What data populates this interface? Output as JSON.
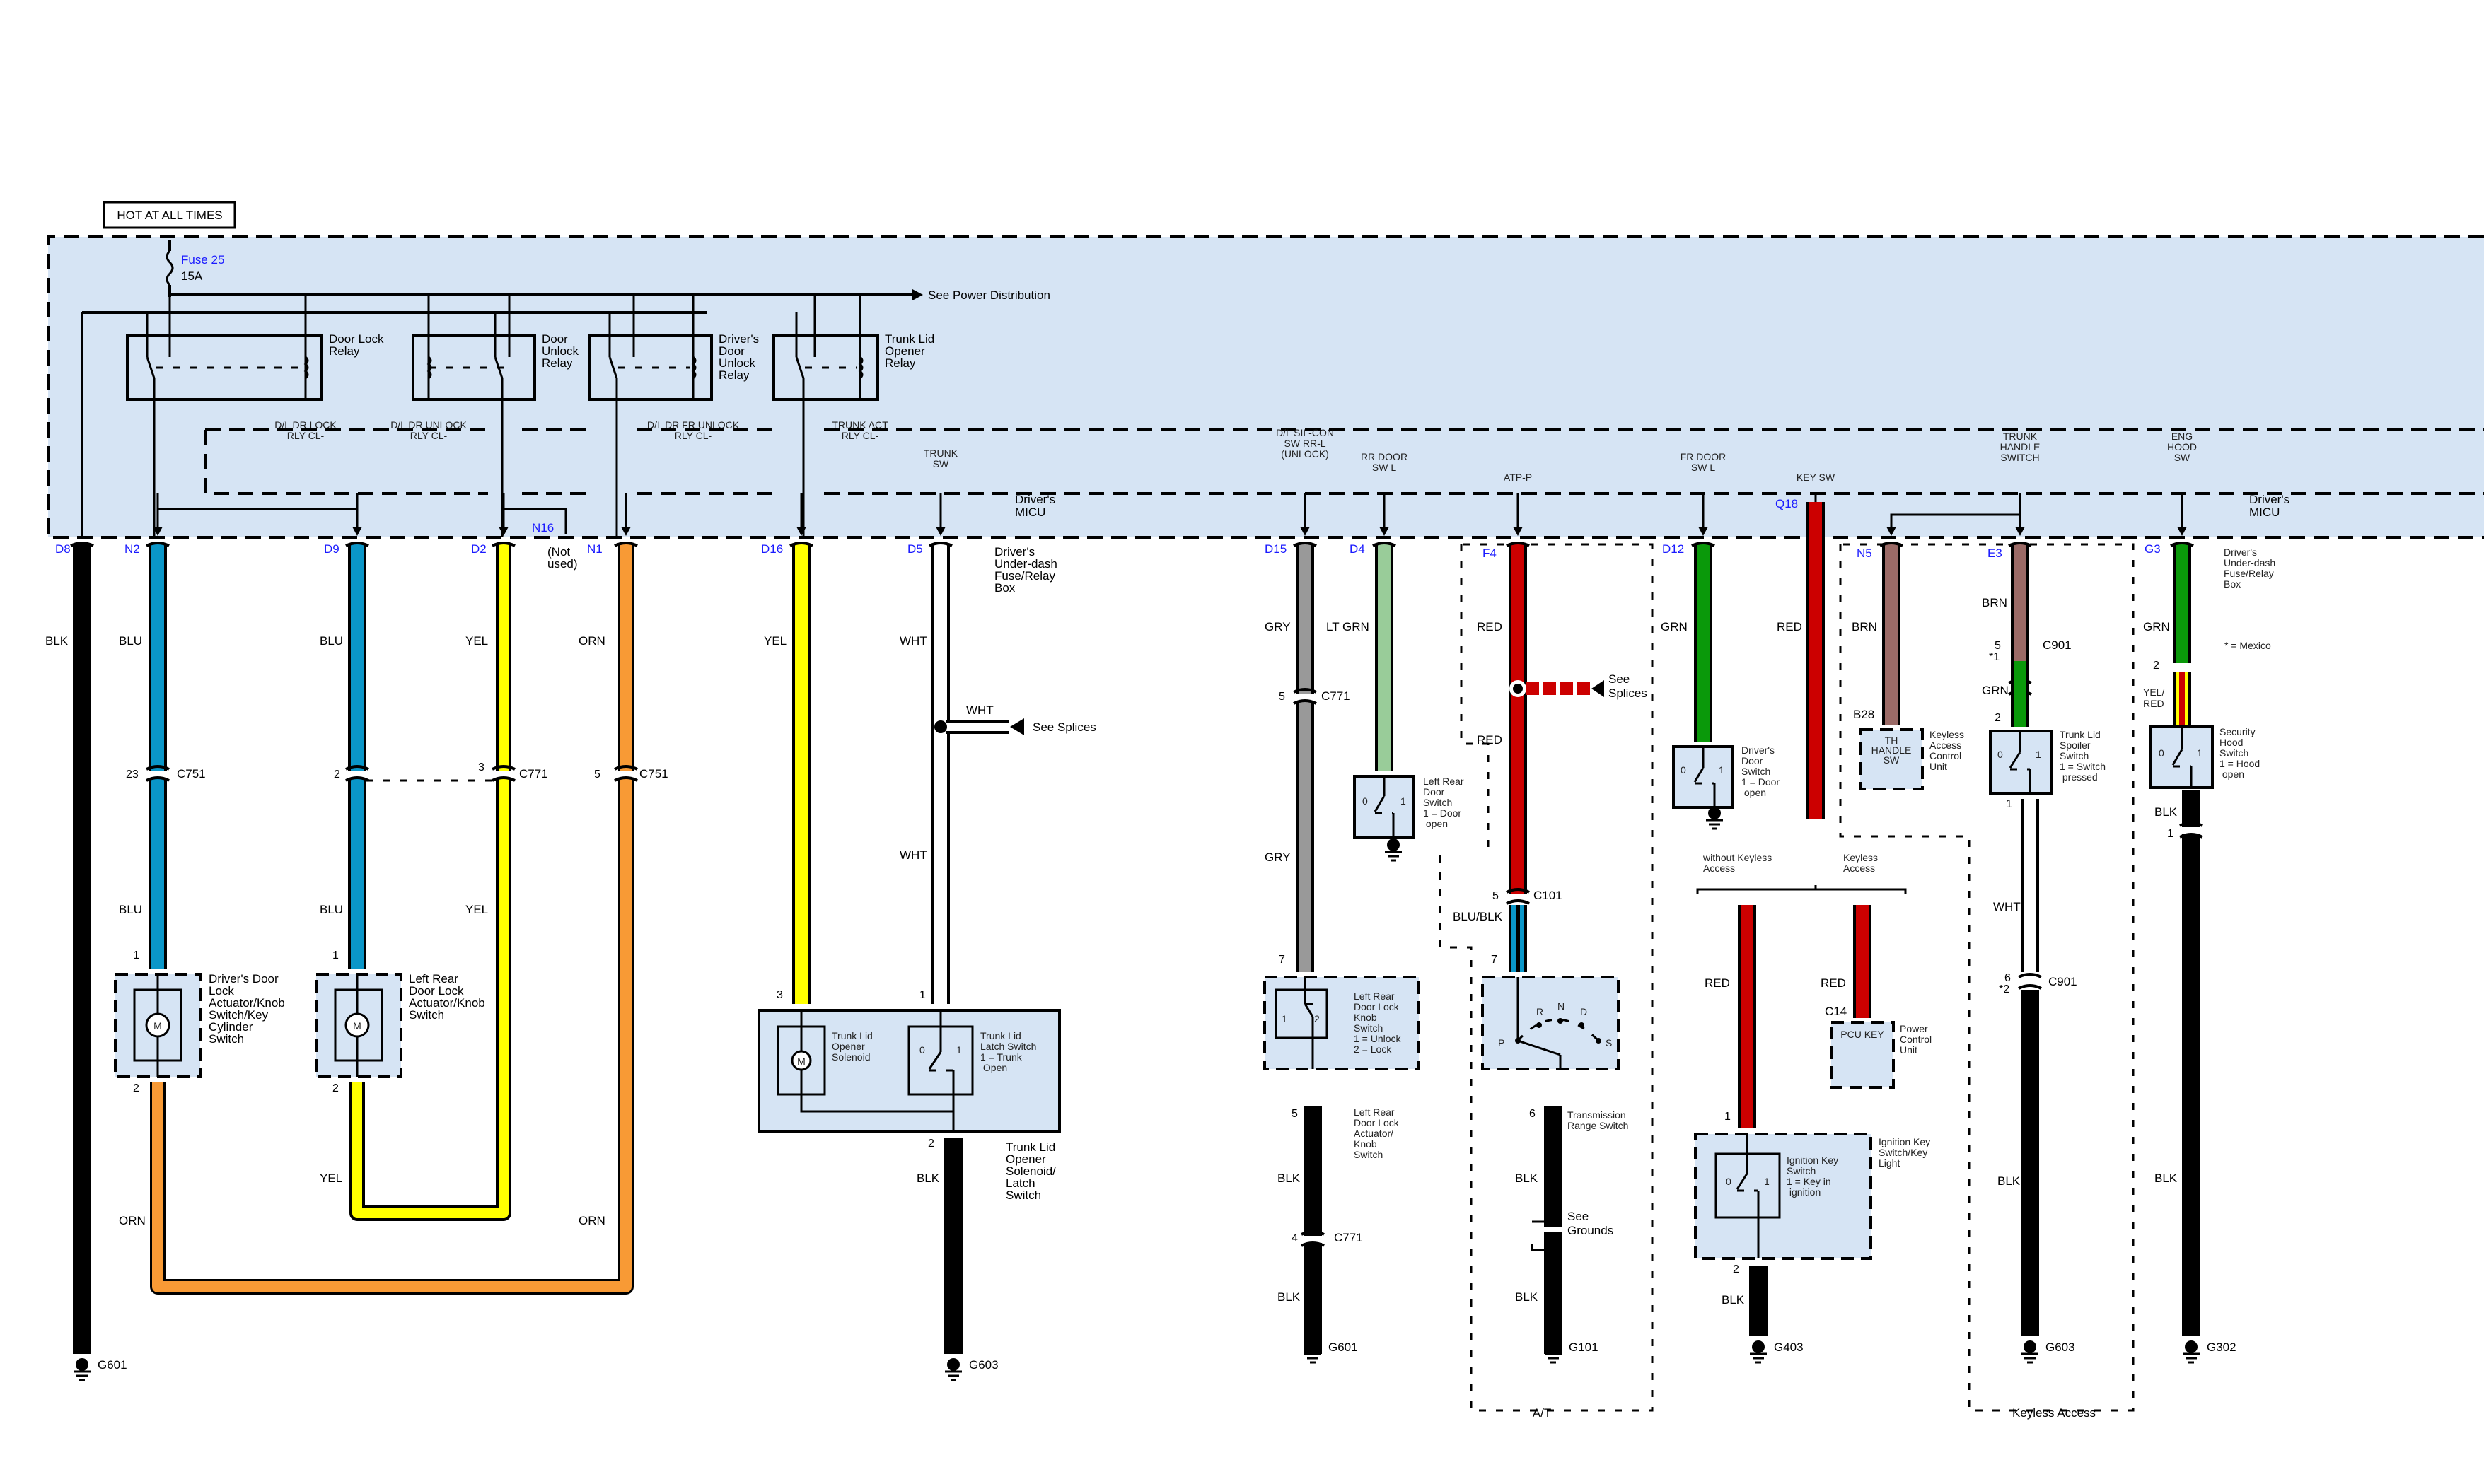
{
  "header": {
    "power_label": "HOT AT ALL TIMES",
    "fuse_name": "Fuse 25",
    "fuse_rating": "15A",
    "power_ref": "See Power Distribution"
  },
  "relays": [
    {
      "name": "Door Lock\nRelay"
    },
    {
      "name": "Door\nUnlock\nRelay"
    },
    {
      "name": "Driver's\nDoor\nUnlock\nRelay"
    },
    {
      "name": "Trunk Lid\nOpener\nRelay"
    }
  ],
  "micu": {
    "name": "Driver's\nMICU",
    "signals": [
      "D/L DR LOCK\nRLY CL-",
      "D/L DR UNLOCK\nRLY CL-",
      "D/L DR FR UNLOCK\nRLY CL-",
      "TRUNK ACT\nRLY CL-",
      "TRUNK\nSW",
      "D/L SIL-CON\nSW RR-L\n(UNLOCK)",
      "RR DOOR\nSW L",
      "ATP-P",
      "FR DOOR\nSW L",
      "KEY SW",
      "TRUNK\nHANDLE\nSWITCH",
      "ENG\nHOOD\nSW"
    ]
  },
  "fuse_box": "Driver's\nUnder-dash\nFuse/Relay\nBox",
  "pins": {
    "D8": "D8",
    "N2": "N2",
    "D9": "D9",
    "D2": "D2",
    "N16": "N16",
    "not_used": "(Not\nused)",
    "N1": "N1",
    "D16": "D16",
    "D5": "D5",
    "D15": "D15",
    "D4": "D4",
    "F4": "F4",
    "D12": "D12",
    "Q18": "Q18",
    "N5": "N5",
    "E3": "E3",
    "G3": "G3"
  },
  "wires": {
    "blk": "BLK",
    "blu": "BLU",
    "yel": "YEL",
    "orn": "ORN",
    "wht": "WHT",
    "gry": "GRY",
    "lt_grn": "LT GRN",
    "red": "RED",
    "blu_blk": "BLU/BLK",
    "grn": "GRN",
    "brn": "BRN",
    "yel_red": "YEL/\nRED"
  },
  "connectors": {
    "C751": "C751",
    "C771": "C771",
    "C101": "C101",
    "C901": "C901",
    "C14": "C14",
    "B28": "B28"
  },
  "terminals": {
    "t23": "23",
    "t2": "2",
    "t3": "3",
    "t5": "5",
    "t1": "1",
    "t7": "7",
    "t4": "4",
    "t6": "6",
    "star1": "*1",
    "star2": "*2"
  },
  "components": {
    "drv_door_lock_actuator": "Driver's Door\nLock\nActuator/Knob\nSwitch/Key\nCylinder\nSwitch",
    "lr_door_lock_actuator": "Left Rear\nDoor Lock\nActuator/Knob\nSwitch",
    "trunk_opener_solenoid": "Trunk Lid\nOpener\nSolenoid",
    "trunk_latch_switch": "Trunk Lid\nLatch Switch\n1 = Trunk\n      Open",
    "trunk_assembly": "Trunk Lid\nOpener\nSolenoid/\nLatch\nSwitch",
    "lr_door_switch": "Left Rear\nDoor\nSwitch\n1 = Door\n      open",
    "lr_knob_switch": "Left Rear\nDoor Lock\nKnob\nSwitch\n1 = Unlock\n2 = Lock",
    "lr_actuator_knob": "Left Rear\nDoor Lock\nActuator/\nKnob\nSwitch",
    "trans_range_switch": "Transmission\nRange Switch",
    "drv_door_switch": "Driver's\nDoor\nSwitch\n1 = Door\n      open",
    "keyless_unit": "Keyless\nAccess\nControl\nUnit",
    "th_handle_sw": "TH\nHANDLE\nSW",
    "pcu_key": "PCU KEY",
    "power_control_unit": "Power\nControl\nUnit",
    "ignition_key_switch": "Ignition Key\nSwitch\n1 = Key in\n      ignition",
    "ignition_key_light": "Ignition Key\nSwitch/Key\nLight",
    "trunk_spoiler_switch": "Trunk Lid\nSpoiler\nSwitch\n1 = Switch\n      pressed",
    "security_hood_switch": "Security\nHood\nSwitch\n1 = Hood\n      open"
  },
  "switch_positions": {
    "zero": "0",
    "one": "1",
    "two": "2",
    "M": "M",
    "P": "P",
    "R": "R",
    "N": "N",
    "D": "D",
    "S": "S"
  },
  "refs": {
    "see_splices": "See Splices",
    "see_splices_2": "See\nSplices",
    "see_grounds": "See\nGrounds",
    "without_keyless": "without Keyless\nAccess",
    "keyless": "Keyless\nAccess",
    "at_label": "A/T",
    "keyless_access_label": "Keyless Access",
    "mexico_note": "* = Mexico"
  },
  "grounds": {
    "G601a": "G601",
    "G603a": "G603",
    "G601b": "G601",
    "G101": "G101",
    "G403": "G403",
    "G603b": "G603",
    "G302": "G302"
  },
  "colors": {
    "panel": "#d6e4f4",
    "blu": "#0a96c8",
    "yel": "#ffff00",
    "orn": "#f89a35",
    "gry": "#999999",
    "lt_grn": "#99cc99",
    "red": "#cc0000",
    "grn": "#0a990a",
    "brn": "#9b6a66",
    "blk": "#000000",
    "wht": "#ffffff",
    "pin_text": "#1a1aff"
  }
}
